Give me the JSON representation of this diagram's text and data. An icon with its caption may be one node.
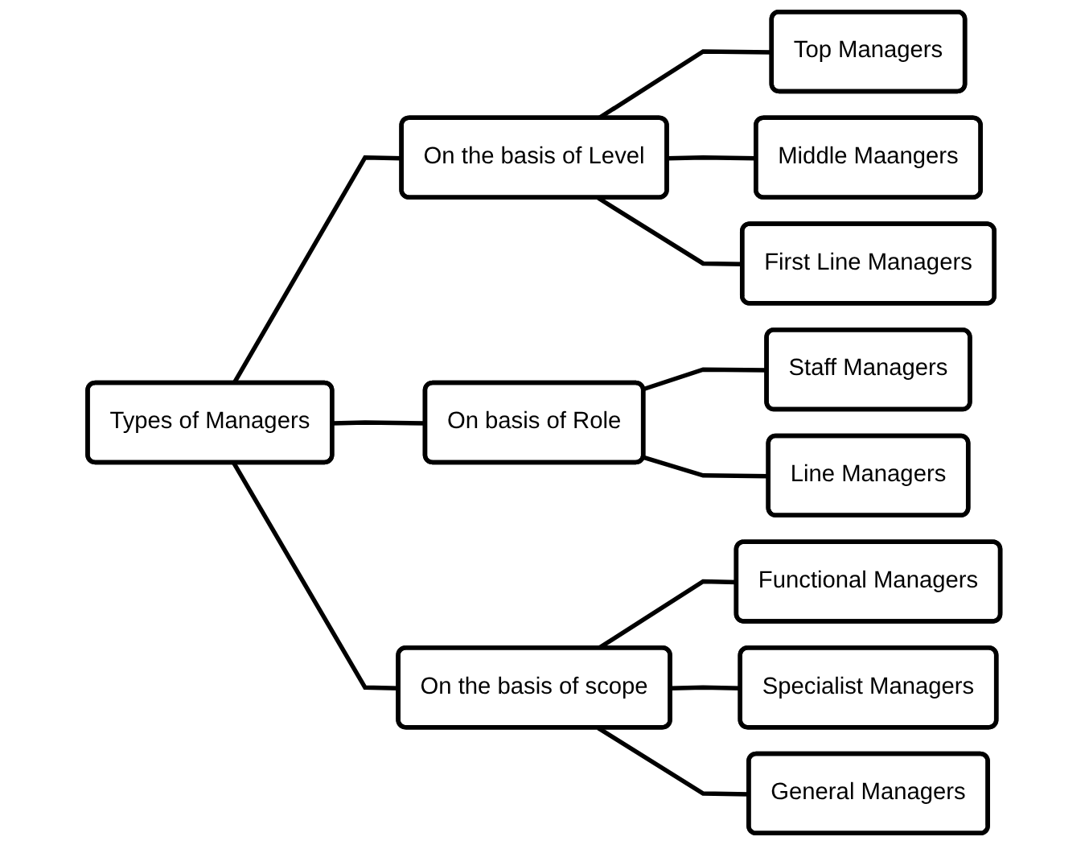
{
  "diagram": {
    "nodes": [
      {
        "text": [
          "Types of Managers"
        ]
      },
      {
        "text": [
          "On the basis of Level"
        ]
      },
      {
        "text": [
          "Top Managers"
        ]
      },
      {
        "text": [
          "Middle Maangers"
        ]
      },
      {
        "text": [
          "First Line Managers"
        ]
      },
      {
        "text": [
          "On basis of Role"
        ]
      },
      {
        "text": [
          "Staff Managers"
        ]
      },
      {
        "text": [
          "Line Managers"
        ]
      },
      {
        "text": [
          "On the basis of scope"
        ]
      },
      {
        "text": [
          "Functional Managers"
        ]
      },
      {
        "text": [
          "Specialist Managers"
        ]
      },
      {
        "text": [
          "General Managers"
        ]
      }
    ],
    "edges": [
      {
        "from": 0,
        "to": 1,
        "arrow": "none"
      },
      {
        "from": 0,
        "to": 5,
        "arrow": "none"
      },
      {
        "from": 0,
        "to": 8,
        "arrow": "none"
      },
      {
        "from": 1,
        "to": 2,
        "arrow": "none"
      },
      {
        "from": 1,
        "to": 3,
        "arrow": "none"
      },
      {
        "from": 1,
        "to": 4,
        "arrow": "none"
      },
      {
        "from": 5,
        "to": 6,
        "arrow": "none"
      },
      {
        "from": 5,
        "to": 7,
        "arrow": "none"
      },
      {
        "from": 8,
        "to": 9,
        "arrow": "none"
      },
      {
        "from": 8,
        "to": 10,
        "arrow": "none"
      },
      {
        "from": 8,
        "to": 11,
        "arrow": "none"
      }
    ]
  }
}
